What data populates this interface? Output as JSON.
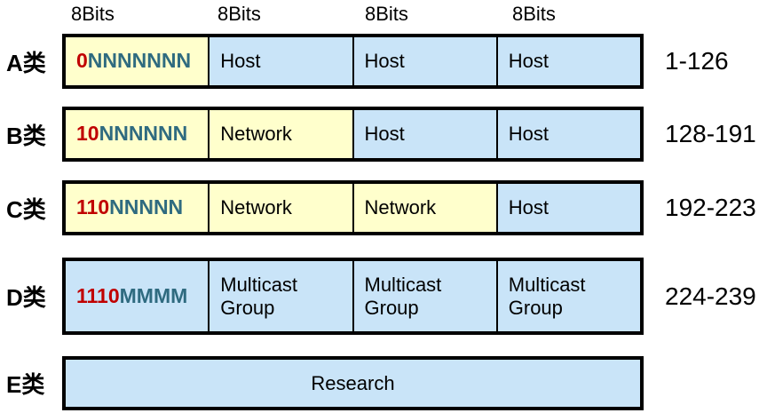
{
  "colors": {
    "yellow": "#FFFFCC",
    "blue": "#C9E4F8",
    "red": "#C00000",
    "steel": "#2F6B80",
    "border": "#000000"
  },
  "bit_headers": [
    "8Bits",
    "8Bits",
    "8Bits",
    "8Bits"
  ],
  "rows": [
    {
      "label": "A类",
      "range": "1-126",
      "octets": [
        {
          "kind": "bits",
          "prefix": "0",
          "suffix": "NNNNNNN",
          "bg": "yellow"
        },
        {
          "kind": "text",
          "text": "Host",
          "bg": "blue"
        },
        {
          "kind": "text",
          "text": "Host",
          "bg": "blue"
        },
        {
          "kind": "text",
          "text": "Host",
          "bg": "blue"
        }
      ]
    },
    {
      "label": "B类",
      "range": "128-191",
      "octets": [
        {
          "kind": "bits",
          "prefix": "10",
          "suffix": "NNNNNN",
          "bg": "yellow"
        },
        {
          "kind": "text",
          "text": "Network",
          "bg": "yellow"
        },
        {
          "kind": "text",
          "text": "Host",
          "bg": "blue"
        },
        {
          "kind": "text",
          "text": "Host",
          "bg": "blue"
        }
      ]
    },
    {
      "label": "C类",
      "range": "192-223",
      "octets": [
        {
          "kind": "bits",
          "prefix": "110",
          "suffix": "NNNNN",
          "bg": "yellow"
        },
        {
          "kind": "text",
          "text": "Network",
          "bg": "yellow"
        },
        {
          "kind": "text",
          "text": "Network",
          "bg": "yellow"
        },
        {
          "kind": "text",
          "text": "Host",
          "bg": "blue"
        }
      ]
    },
    {
      "label": "D类",
      "range": "224-239",
      "octets": [
        {
          "kind": "bits",
          "prefix": "1110",
          "suffix": "MMMM",
          "bg": "blue"
        },
        {
          "kind": "text",
          "text": "Multicast Group",
          "bg": "blue"
        },
        {
          "kind": "text",
          "text": "Multicast Group",
          "bg": "blue"
        },
        {
          "kind": "text",
          "text": "Multicast Group",
          "bg": "blue"
        }
      ]
    },
    {
      "label": "E类",
      "range": "",
      "octets": [
        {
          "kind": "full",
          "text": "Research",
          "bg": "blue"
        }
      ]
    }
  ]
}
